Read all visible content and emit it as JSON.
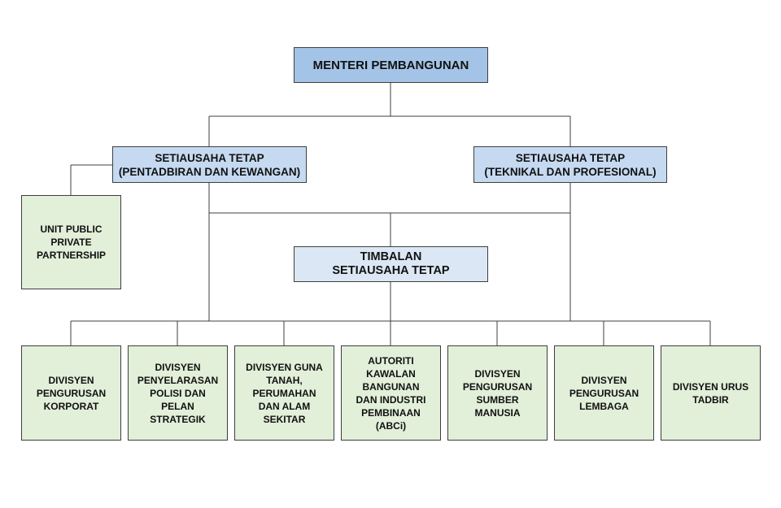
{
  "chart": {
    "top": "MENTERI PEMBANGUNAN",
    "sec_left": "SETIAUSAHA TETAP\n(PENTADBIRAN DAN KEWANGAN)",
    "sec_right": "SETIAUSAHA TETAP\n(TEKNIKAL DAN PROFESIONAL)",
    "ppp_unit": "UNIT PUBLIC\nPRIVATE\nPARTNERSHIP",
    "deputy": "TIMBALAN\nSETIAUSAHA TETAP",
    "divisions": [
      "DIVISYEN\nPENGURUSAN\nKORPORAT",
      "DIVISYEN\nPENYELARASAN\nPOLISI DAN\nPELAN\nSTRATEGIK",
      "DIVISYEN GUNA\nTANAH,\nPERUMAHAN\nDAN ALAM\nSEKITAR",
      "AUTORITI\nKAWALAN\nBANGUNAN\nDAN INDUSTRI\nPEMBINAAN\n(ABCi)",
      "DIVISYEN\nPENGURUSAN\nSUMBER\nMANUSIA",
      "DIVISYEN\nPENGURUSAN\nLEMBAGA",
      "DIVISYEN URUS\nTADBIR"
    ]
  },
  "colors": {
    "top": "#a4c4e7",
    "secretary": "#c5d9f1",
    "deputy": "#dbe7f5",
    "division": "#e2efd9",
    "border": "#3f3f3f"
  }
}
